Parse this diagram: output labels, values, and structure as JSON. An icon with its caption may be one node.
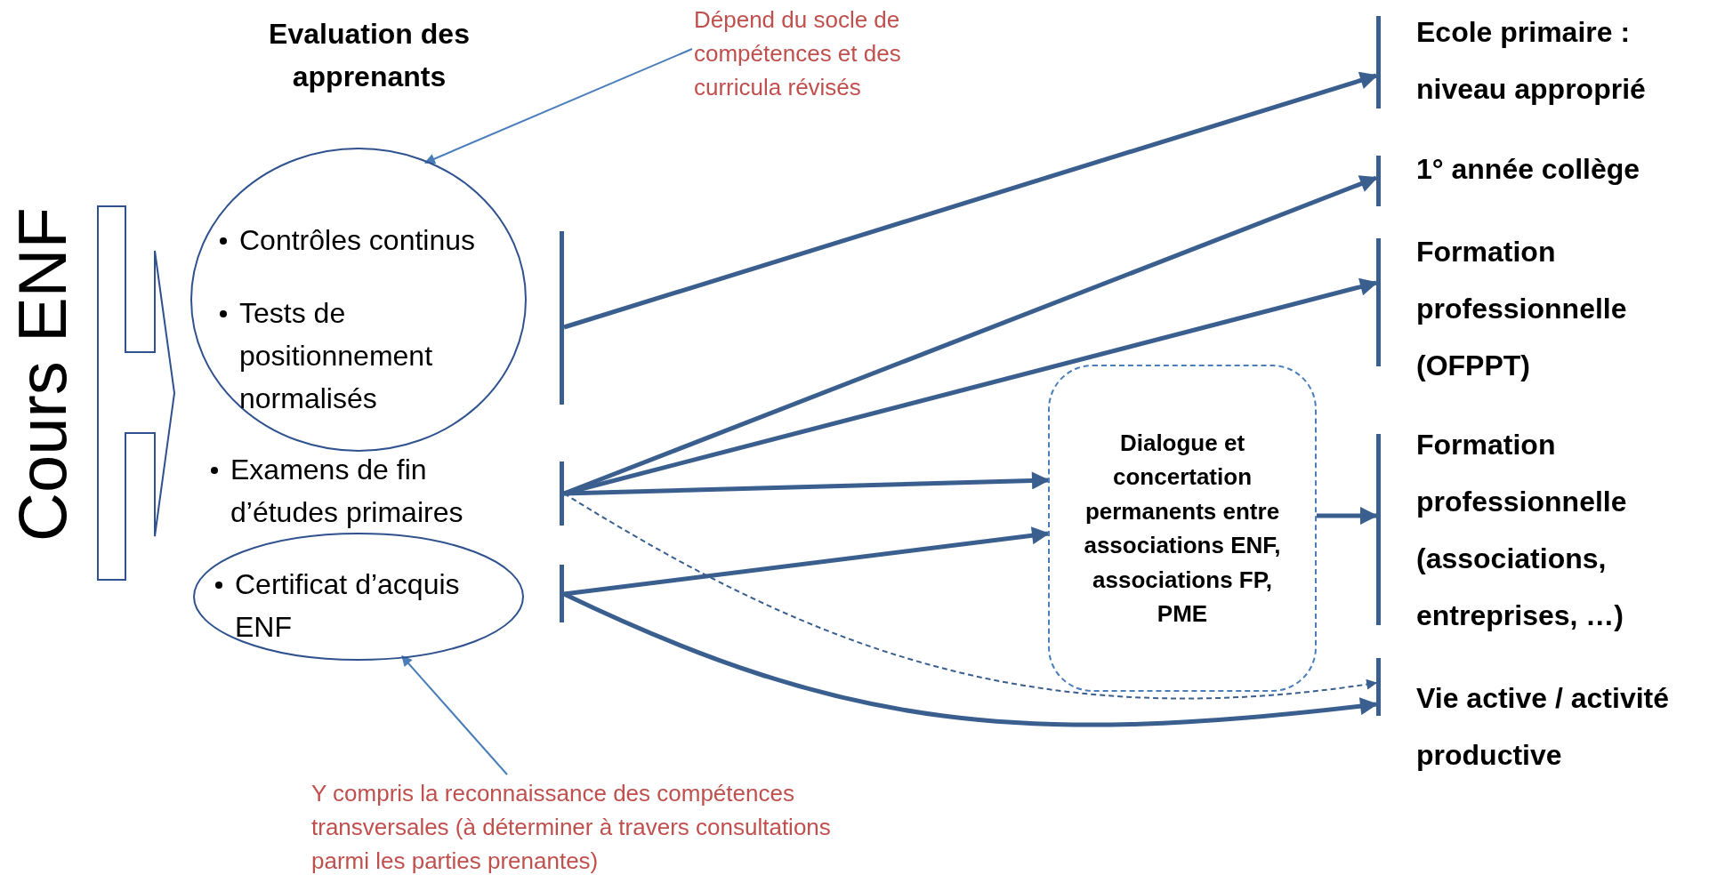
{
  "diagram": {
    "nodes": [
      {
        "text": [
          "Contrôles continus",
          "Tests de positionnement normalisés"
        ]
      },
      {
        "text": [
          "Examens de fin d’études primaires"
        ]
      },
      {
        "text": [
          "Certificat d’acquis ENF"
        ]
      },
      {
        "text": [
          "Dépend du socle de compétences et des curricula révisés"
        ]
      },
      {
        "text": [
          "Y compris la reconnaissance des compétences transversales (à déterminer à travers consultations parmi les parties prenantes)"
        ]
      },
      {
        "text": [
          "Dialogue et concertation permanents entre associations ENF, associations FP, PME"
        ]
      },
      {
        "text": [
          "Ecole primaire : niveau approprié"
        ]
      },
      {
        "text": [
          "1° année collège"
        ]
      },
      {
        "text": [
          "Formation professionnelle (OFPPT)"
        ]
      },
      {
        "text": [
          "Formation professionnelle (associations, entreprises, …)"
        ]
      },
      {
        "text": [
          "Vie active / activité productive"
        ]
      }
    ],
    "edges": [
      {
        "from": 3,
        "to": 0,
        "arrow": "to",
        "color": "#4a7ebb"
      },
      {
        "from": 4,
        "to": 2,
        "arrow": "to",
        "color": "#4a7ebb"
      },
      {
        "from": 0,
        "to": 6,
        "arrow": "to"
      },
      {
        "from": 1,
        "to": 7,
        "arrow": "to"
      },
      {
        "from": 1,
        "to": 8,
        "arrow": "to"
      },
      {
        "from": 1,
        "to": 5,
        "arrow": "to"
      },
      {
        "from": 2,
        "to": 5,
        "arrow": "to"
      },
      {
        "from": 5,
        "to": 9,
        "arrow": "to"
      },
      {
        "from": 1,
        "to": 10,
        "arrow": "to",
        "style": "dashed"
      },
      {
        "from": 2,
        "to": 10,
        "arrow": "to"
      }
    ],
    "labels": [
      "Cours ENF",
      "Evaluation des apprenants"
    ]
  }
}
